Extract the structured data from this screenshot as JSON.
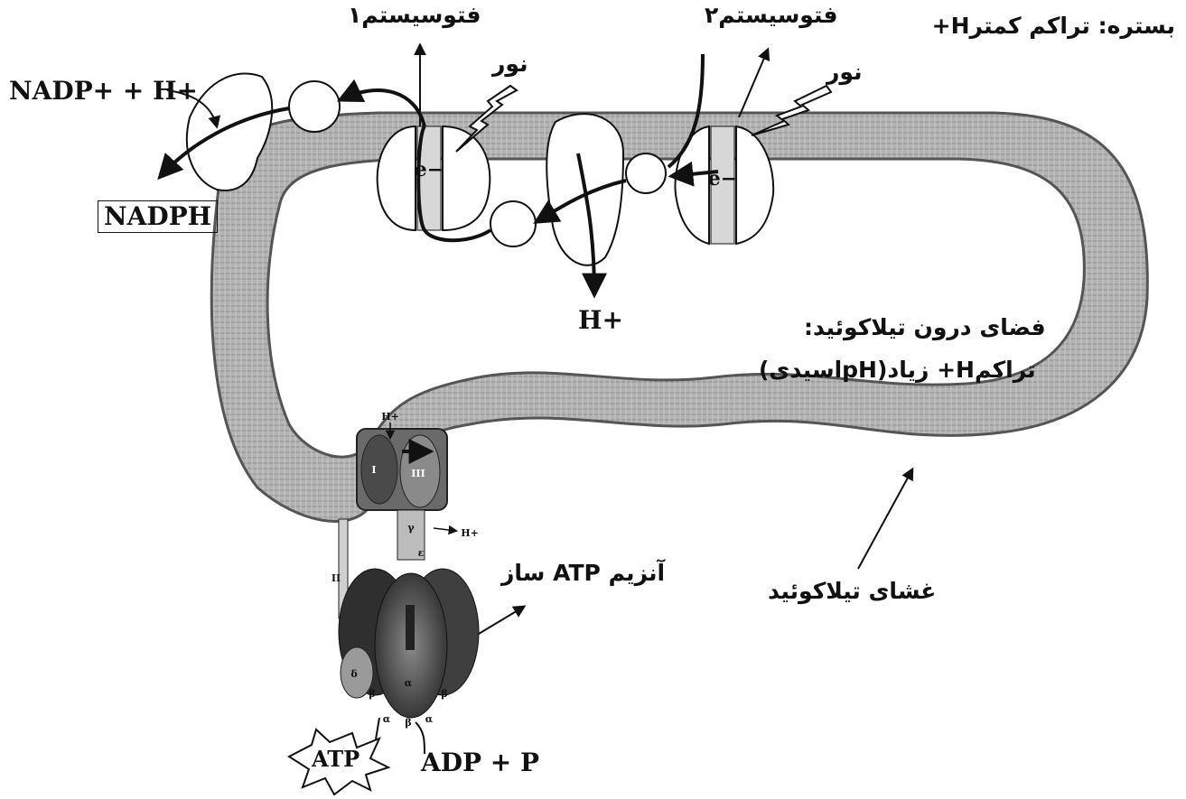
{
  "colors": {
    "membrane": "#a9a9a9",
    "membrane_dark": "#6f6f6f",
    "lumen": "#ffffff",
    "ink": "#111111",
    "synthase_dark": "#4a4a4a"
  },
  "labels": {
    "stroma": "بستره: تراکم کمترH+",
    "photosystem1": "فتوسیستم۱",
    "photosystem2": "فتوسیستم۲",
    "light_1": "نور",
    "light_2": "نور",
    "nadp_plus": "NADP+ + H+",
    "nadph": "NADPH",
    "h_plus_pump": "H+",
    "lumen_line1": "فضای درون تیلاکوئید:",
    "lumen_line2": "تراکمH+ زیاد(pHاسیدی)",
    "thylakoid_membrane": "غشای تیلاکوئید",
    "atp_synthase": "آنزیم ATP ساز",
    "atp": "ATP",
    "adp_p": "ADP + P",
    "electron_1": "e−",
    "electron_2": "e−"
  },
  "synthase_subunits": {
    "I": "I",
    "III": "III",
    "II": "II",
    "gamma": "γ",
    "epsilon": "ε",
    "delta": "δ",
    "alpha": "α",
    "beta": "β",
    "h_top": "H+",
    "h_out": "H+"
  },
  "icons": {
    "light": "lightning-bolt-icon",
    "atp_burst": "starburst-icon"
  }
}
